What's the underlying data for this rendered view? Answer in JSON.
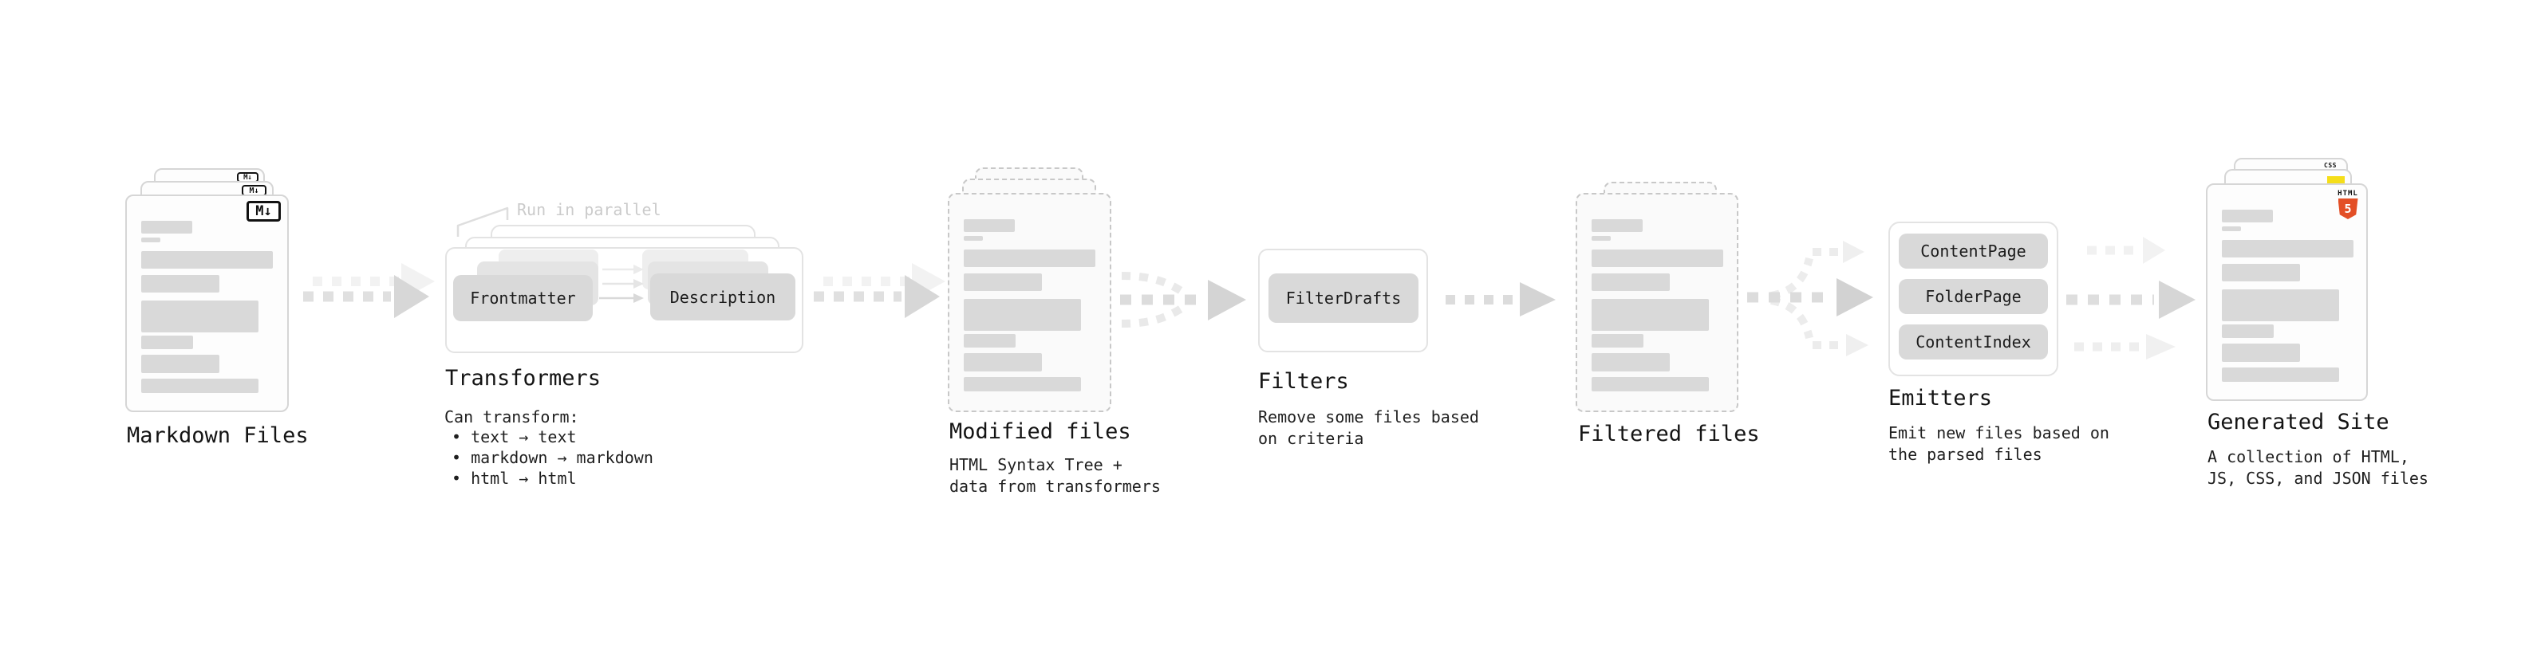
{
  "diagram": {
    "markdown_files": {
      "label": "Markdown Files",
      "icon_label": "M↓"
    },
    "flow_annotation": "Run in parallel",
    "transformers": {
      "pill_left": "Frontmatter",
      "pill_right": "Description",
      "title": "Transformers",
      "subtitle": "Can transform:",
      "bullets": [
        "• text → text",
        "• markdown → markdown",
        "• html → html"
      ]
    },
    "modified_files": {
      "title": "Modified files",
      "desc_line1": "HTML Syntax Tree +",
      "desc_line2": "data from transformers"
    },
    "filters": {
      "pill": "FilterDrafts",
      "title": "Filters",
      "desc_line1": "Remove some files based",
      "desc_line2": "on criteria"
    },
    "filtered_files": {
      "title": "Filtered files"
    },
    "emitters": {
      "pills": [
        "ContentPage",
        "FolderPage",
        "ContentIndex"
      ],
      "title": "Emitters",
      "desc_line1": "Emit new files based on",
      "desc_line2": "the parsed files"
    },
    "generated_site": {
      "title": "Generated Site",
      "desc_line1": "A collection of HTML,",
      "desc_line2": "JS, CSS, and JSON files",
      "css_icon_label": "CSS",
      "html_icon_label": "HTML",
      "html_icon_number": "5"
    }
  },
  "colors": {
    "bar": "#d9d9d9",
    "pill": "#d9d9d9",
    "accent_orange": "#e34f26",
    "accent_yellow": "#f5de19",
    "accent_blue": "#2965f1"
  }
}
